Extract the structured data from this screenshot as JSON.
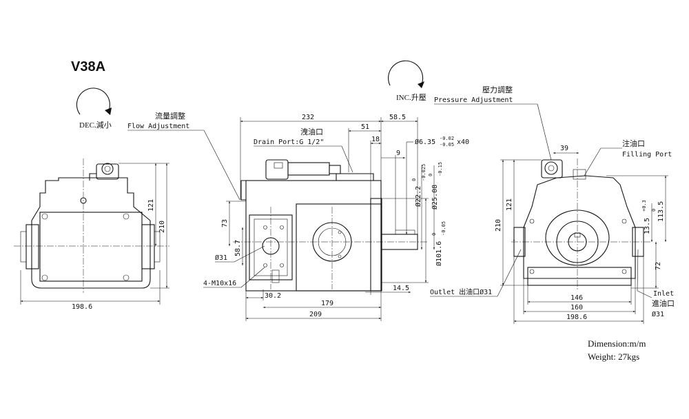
{
  "title": "V38A",
  "left_view": {
    "rotation_label": "DEC.減小",
    "adjust_label_cn": "流量調整",
    "adjust_label_en": "Flow Adjustment",
    "dims": {
      "width": "198.6",
      "height": "210",
      "upper": "121"
    }
  },
  "center_view": {
    "top_dims": {
      "overall": "232",
      "shaft": "58.5",
      "drain_offset": "51",
      "d18": "18",
      "d9": "9"
    },
    "drain_label_cn": "洩油口",
    "drain_label_en": "Drain Port:G 1/2\"",
    "shaft_dims": {
      "key": "Ø6.35",
      "key_tol_upper": "-0.02",
      "key_tol_lower": "-0.05",
      "key_len": "x40",
      "d1": "Ø22.2",
      "d1_tol_upper": "0",
      "d1_tol_lower": "-0.025",
      "d2": "Ø25.08",
      "d2_tol_upper": "0",
      "d2_tol_lower": "-0.15",
      "d3": "Ø101.6",
      "d3_tol_upper": "0",
      "d3_tol_lower": "-0.05"
    },
    "left_dims": {
      "h73": "73",
      "h58": "58.7",
      "port": "Ø31",
      "bolts": "4-M10x16"
    },
    "bottom_dims": {
      "d30": "30.2",
      "d179": "179",
      "d209": "209",
      "d14": "14.5"
    }
  },
  "right_view": {
    "rotation_label": "INC.升壓",
    "adjust_label_cn": "壓力調整",
    "adjust_label_en": "Pressure Adjustment",
    "filling_cn": "注油口",
    "filling_en": "Filling Port",
    "dims": {
      "d39": "39",
      "h210": "210",
      "h121": "121",
      "h113": "113.5",
      "h13": "13.5",
      "h13_tol_upper": "+0.3",
      "h13_tol_lower": "0",
      "h72": "72",
      "w146": "146",
      "w160": "160",
      "w198": "198.6"
    },
    "outlet_label": "Outlet 出油口Ø31",
    "inlet_label_en": "Inlet",
    "inlet_label_cn": "進油口",
    "inlet_size": "Ø31"
  },
  "notes": {
    "dimension": "Dimension:m/m",
    "weight": "Weight: 27kgs"
  }
}
